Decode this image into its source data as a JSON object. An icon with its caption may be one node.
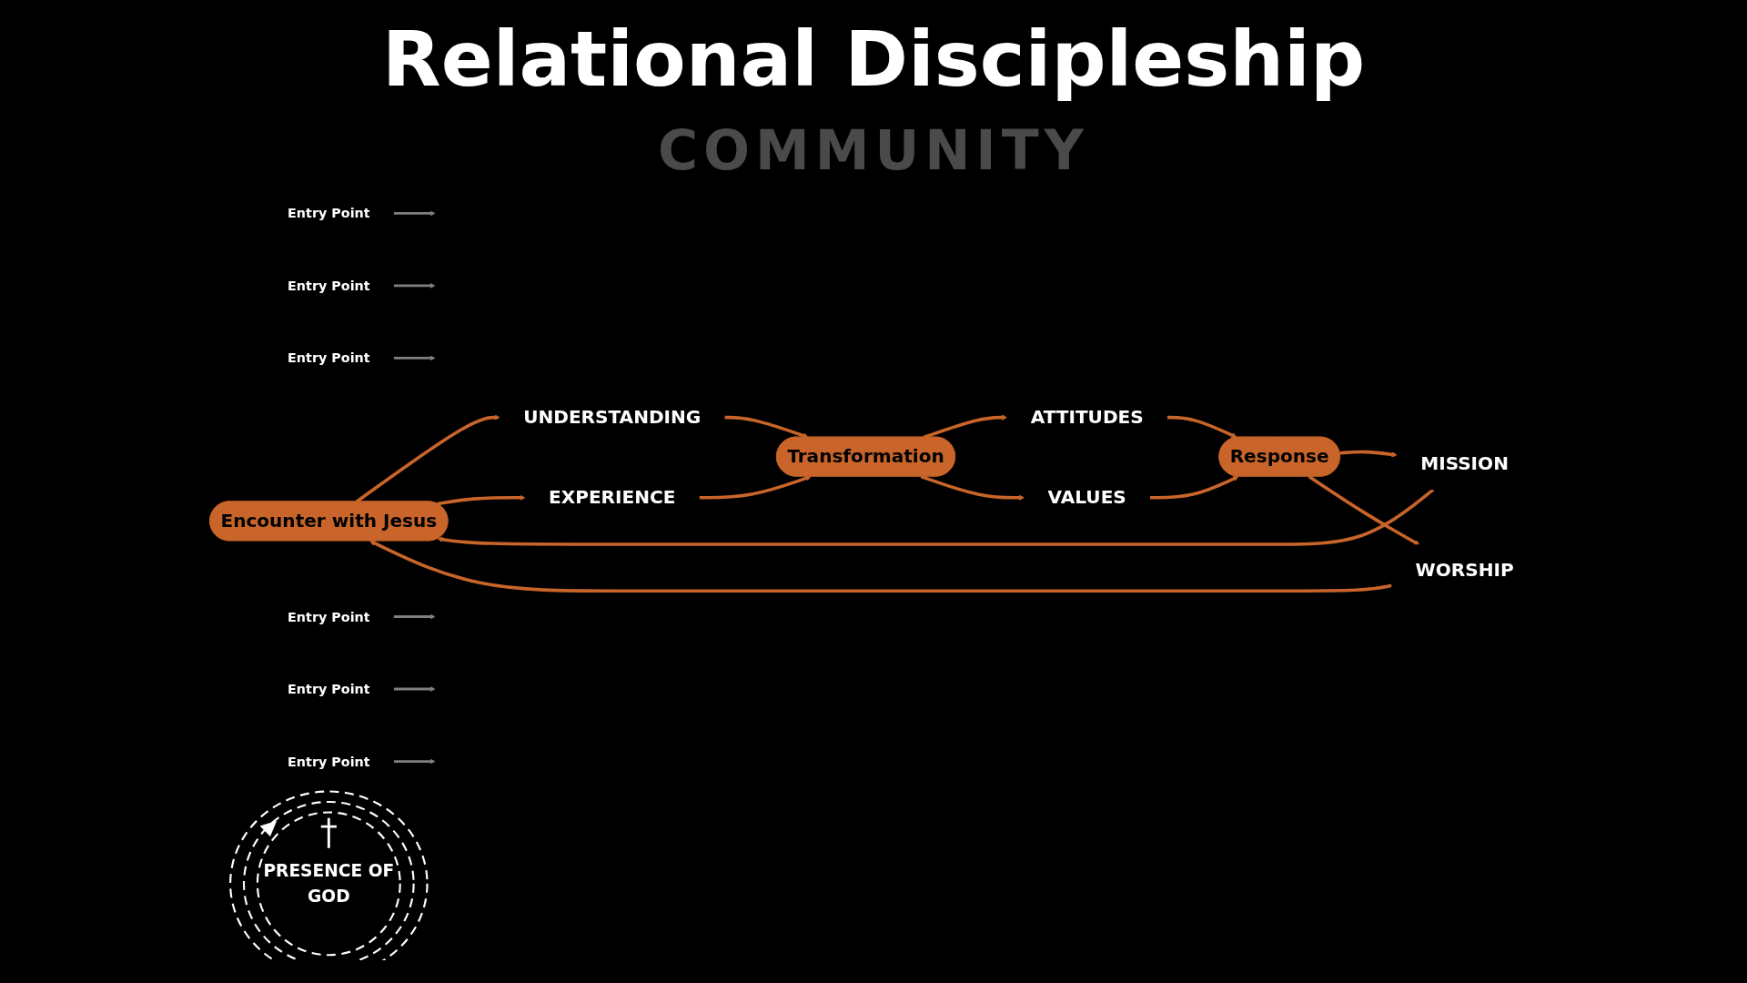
{
  "diagram": {
    "title": "Relational Discipleship",
    "nodes": [
      {
        "text": [
          "Entry Point"
        ]
      },
      {
        "text": [
          "Encounter with Jesus"
        ]
      },
      {
        "text": [
          "Entry Point"
        ]
      },
      {
        "text": [
          "UNDERSTANDING"
        ]
      },
      {
        "text": [
          "EXPERIENCE"
        ]
      },
      {
        "text": [
          "PRESENCE OF",
          "GOD"
        ]
      },
      {
        "text": [
          "MISSION"
        ]
      },
      {
        "text": [
          "WORSHIP"
        ]
      },
      {
        "text": [
          "Entry Point"
        ]
      },
      {
        "text": [
          "Entry Point"
        ]
      },
      {
        "text": [
          "Transformation"
        ]
      },
      {
        "text": [
          "Response"
        ]
      },
      {
        "text": [
          "ATTITUDES"
        ]
      },
      {
        "text": [
          "VALUES"
        ]
      },
      {
        "text": [
          "Entry Point"
        ]
      },
      {
        "text": [
          "Entry Point"
        ]
      }
    ],
    "edges": [
      {
        "from": 1,
        "to": 3,
        "arrow": "to"
      },
      {
        "from": 1,
        "to": 4,
        "arrow": "to"
      },
      {
        "from": 3,
        "to": 10,
        "arrow": "to"
      },
      {
        "from": 4,
        "to": 10,
        "arrow": "to"
      },
      {
        "from": 10,
        "to": 12,
        "arrow": "to"
      },
      {
        "from": 10,
        "to": 13,
        "arrow": "to"
      },
      {
        "from": 12,
        "to": 11,
        "arrow": "to"
      },
      {
        "from": 13,
        "to": 11,
        "arrow": "to"
      },
      {
        "from": 11,
        "to": 6,
        "arrow": "to"
      },
      {
        "from": 11,
        "to": 7,
        "arrow": "to"
      },
      {
        "from": 6,
        "to": 1,
        "arrow": "to"
      },
      {
        "from": 7,
        "to": 1,
        "arrow": "to"
      },
      {
        "from": 0,
        "to": null,
        "arrow": "to",
        "color": "#7f7f7f"
      },
      {
        "from": 2,
        "to": null,
        "arrow": "to",
        "color": "#7f7f7f"
      },
      {
        "from": 8,
        "to": null,
        "arrow": "to",
        "color": "#7f7f7f"
      },
      {
        "from": 9,
        "to": null,
        "arrow": "to",
        "color": "#7f7f7f"
      },
      {
        "from": 14,
        "to": null,
        "arrow": "to",
        "color": "#7f7f7f"
      },
      {
        "from": 15,
        "to": null,
        "arrow": "to",
        "color": "#7f7f7f"
      }
    ],
    "labels": [
      "COMMUNITY"
    ]
  }
}
